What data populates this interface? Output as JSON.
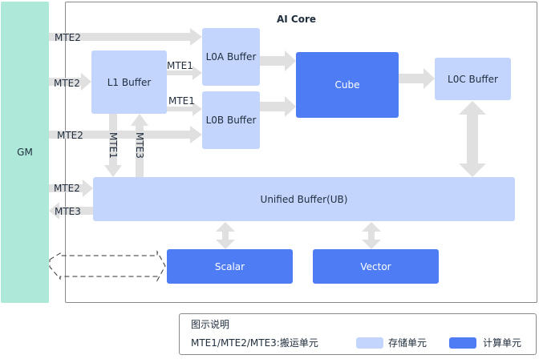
{
  "diagram": {
    "core_title": "AI Core",
    "gm_label": "GM",
    "l1_buffer": "L1 Buffer",
    "l0a_buffer": "L0A Buffer",
    "l0b_buffer": "L0B Buffer",
    "cube": "Cube",
    "l0c_buffer": "L0C Buffer",
    "unified_buffer": "Unified Buffer(UB)",
    "scalar": "Scalar",
    "vector": "Vector",
    "mte2_top": "MTE2",
    "mte2_l1": "MTE2",
    "mte2_l0b": "MTE2",
    "mte2_ub": "MTE2",
    "mte3_ub": "MTE3",
    "mte1_l0a": "MTE1",
    "mte1_l0b": "MTE1",
    "mte1_down": "MTE1",
    "mte3_up": "MTE3"
  },
  "legend": {
    "title": "图示说明",
    "move_label": "MTE1/MTE2/MTE3:搬运单元",
    "storage_label": "存储单元",
    "compute_label": "计算单元"
  },
  "colors": {
    "gm": "#ade8d8",
    "storage": "#c3d5fd",
    "compute": "#4e7cf5",
    "arrow": "#e0e0e0"
  }
}
